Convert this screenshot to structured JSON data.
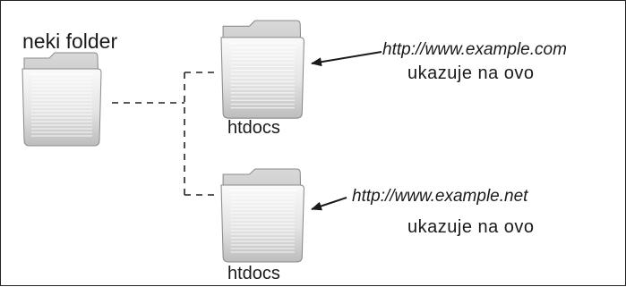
{
  "diagram": {
    "root_folder": {
      "label": "neki folder",
      "icon": "folder-icon"
    },
    "targets": [
      {
        "folder_label": "htdocs",
        "url": "http://www.example.com",
        "note": "ukazuje na ovo",
        "icon": "folder-icon"
      },
      {
        "folder_label": "htdocs",
        "url": "http://www.example.net",
        "note": "ukazuje na ovo",
        "icon": "folder-icon"
      }
    ],
    "colors": {
      "border": "#222222",
      "line": "#222222",
      "folder_body": "#e6e6e6",
      "folder_outline": "#8a8a8a"
    }
  }
}
